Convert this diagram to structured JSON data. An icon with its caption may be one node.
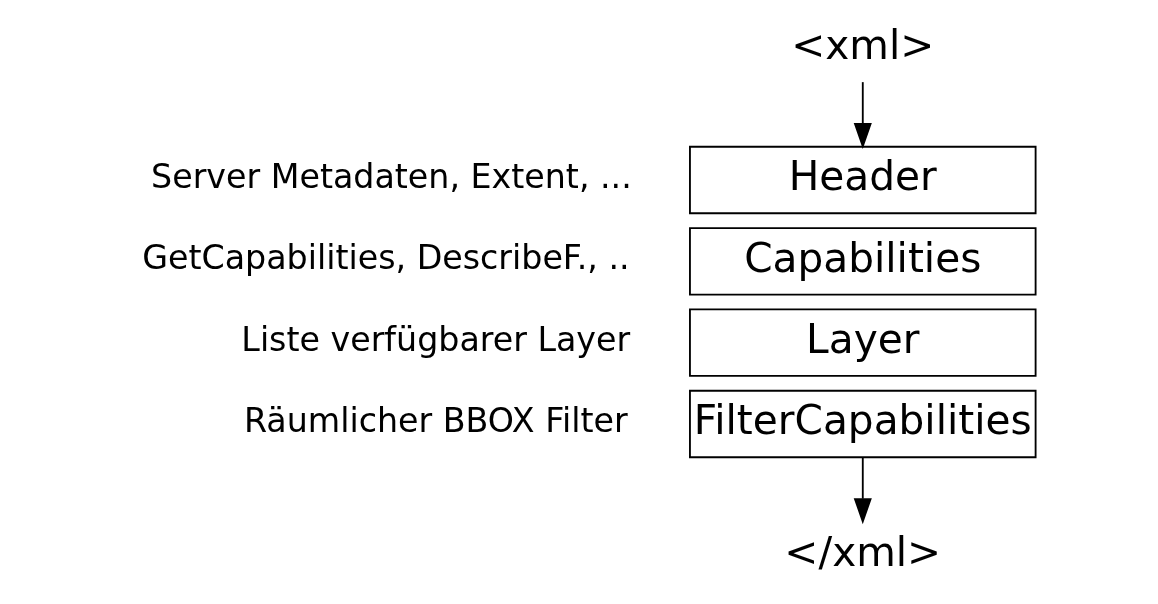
{
  "diagram": {
    "nodes": [
      {
        "text": [
          "<xml>"
        ]
      },
      {
        "text": [
          "Header"
        ],
        "beside": [
          "Server Metadaten, Extent, ..."
        ]
      },
      {
        "text": [
          "Capabilities"
        ],
        "beside": [
          "GetCapabilities, DescribeF., .."
        ]
      },
      {
        "text": [
          "Layer"
        ],
        "beside": [
          "Liste verfügbarer Layer"
        ]
      },
      {
        "text": [
          "FilterCapabilities"
        ],
        "beside": [
          "Räumlicher BBOX Filter"
        ]
      },
      {
        "text": [
          "</xml>"
        ]
      }
    ],
    "edges": [
      {
        "from": 0,
        "to": 1,
        "arrow": "to"
      },
      {
        "from": 4,
        "to": 5,
        "arrow": "to"
      }
    ]
  }
}
